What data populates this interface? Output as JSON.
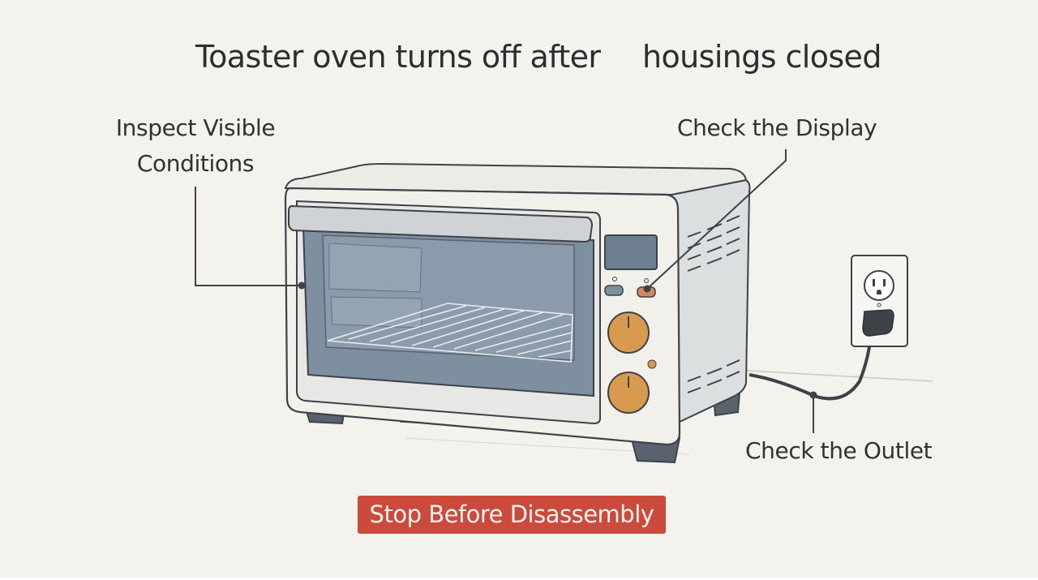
{
  "title": {
    "part1": "Toaster oven turns off after",
    "part2": "housings closed"
  },
  "labels": {
    "inspect_line1": "Inspect Visible",
    "inspect_line2": "Conditions",
    "display": "Check the Display",
    "outlet": "Check the Outlet"
  },
  "banner": {
    "text": "Stop Before Disassembly"
  },
  "colors": {
    "background": "#f3f2ec",
    "banner": "#cb4a3b",
    "knob": "#d79a4f",
    "window": "#7e8fa0",
    "body": "#f1f0ea",
    "outline": "#3d4249"
  },
  "icons": [
    "toaster-oven-icon",
    "wall-outlet-icon",
    "power-plug-icon"
  ]
}
